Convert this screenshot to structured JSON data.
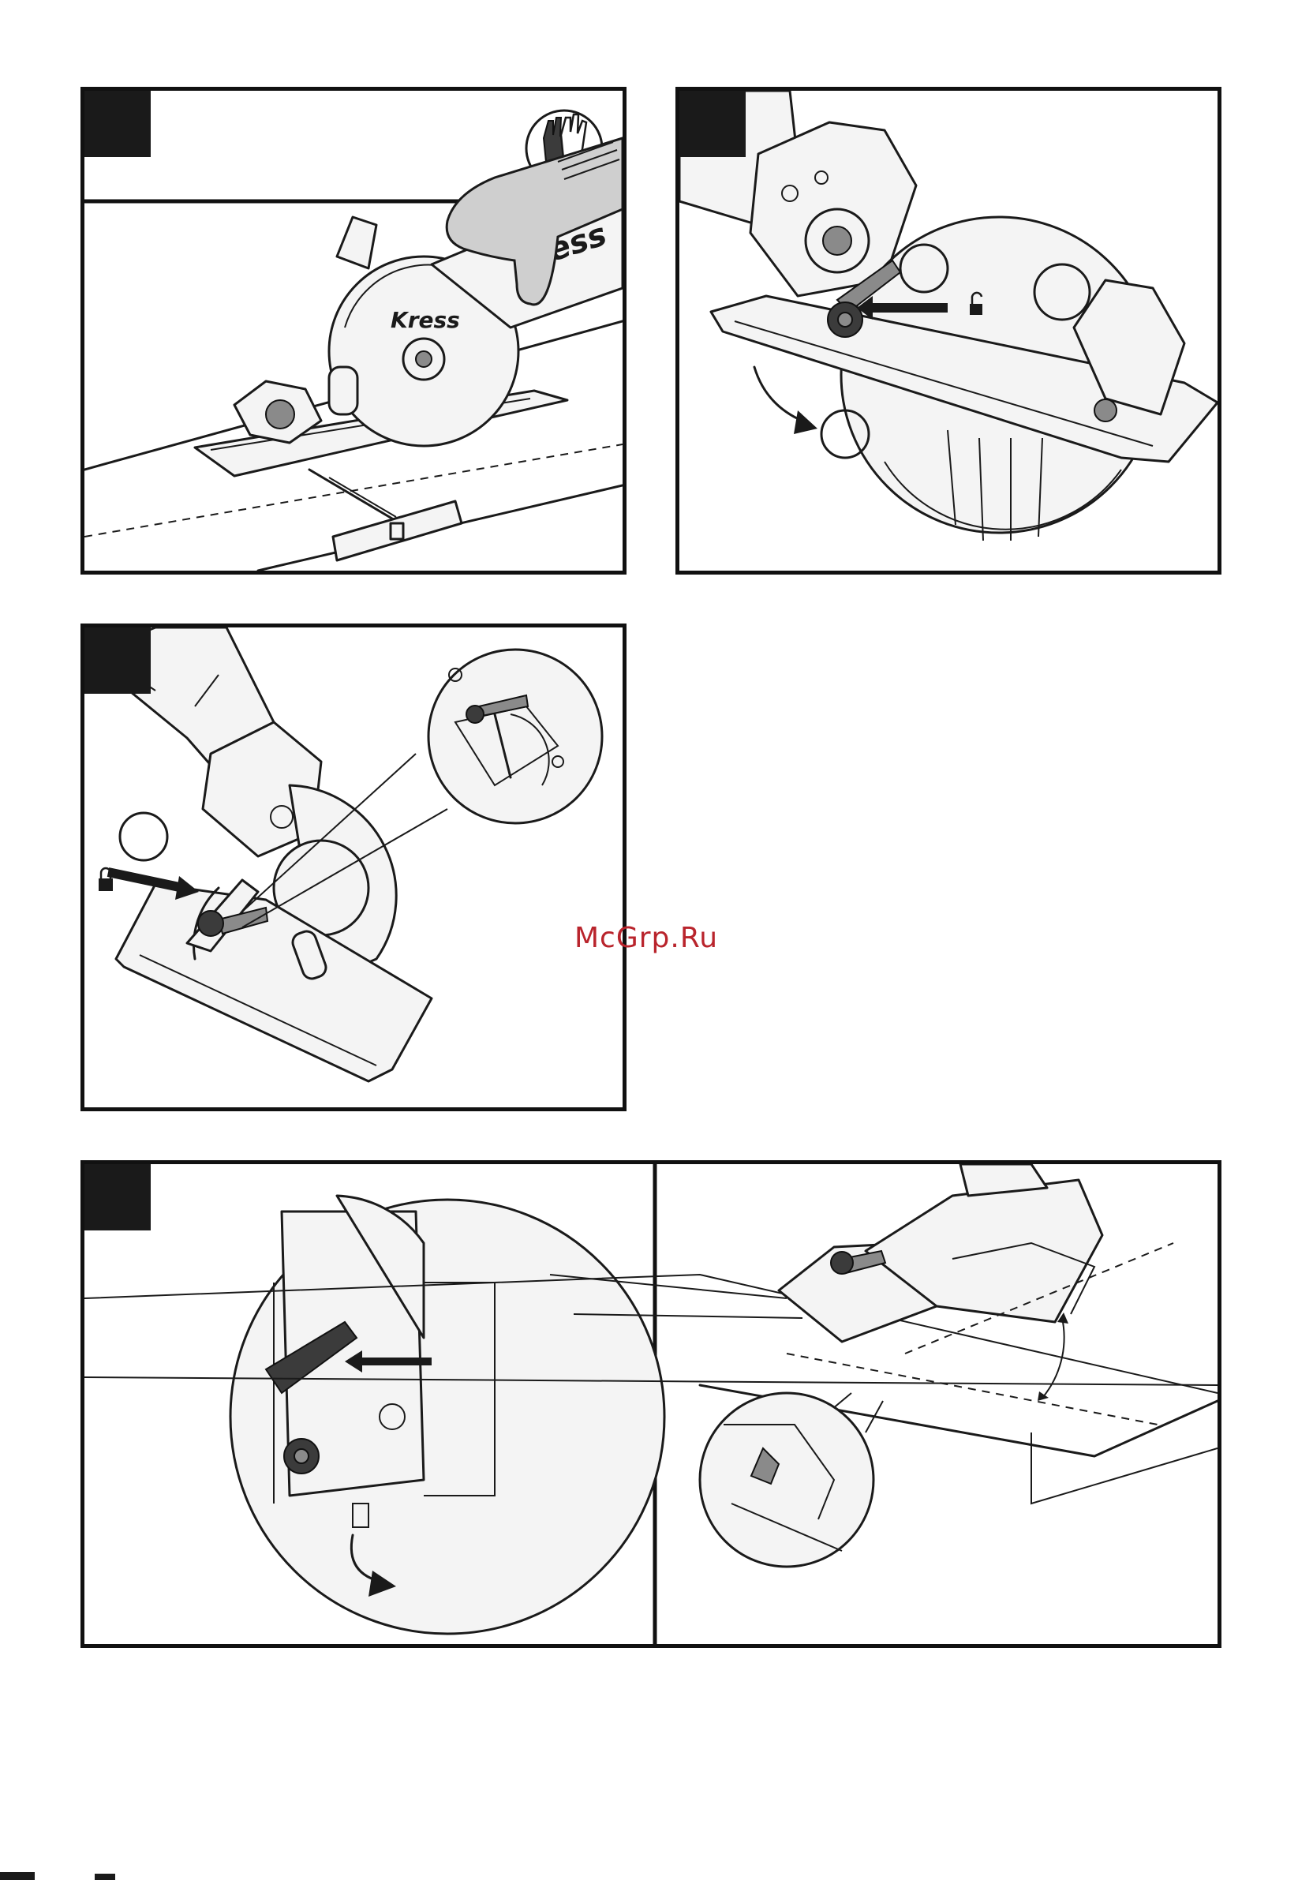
{
  "brand": {
    "logo_text": "Kress",
    "color": "#1a1a1a"
  },
  "watermark": {
    "text": "McGrp.Ru",
    "color": "#b9242c"
  },
  "icons": {
    "gloves": "gloves-icon",
    "unlock": "unlock-icon",
    "lock": "lock-icon"
  },
  "panels": [
    {
      "id": "panel-1",
      "label": ""
    },
    {
      "id": "panel-2",
      "label": ""
    },
    {
      "id": "panel-3",
      "label": ""
    },
    {
      "id": "panel-4",
      "label": ""
    }
  ]
}
